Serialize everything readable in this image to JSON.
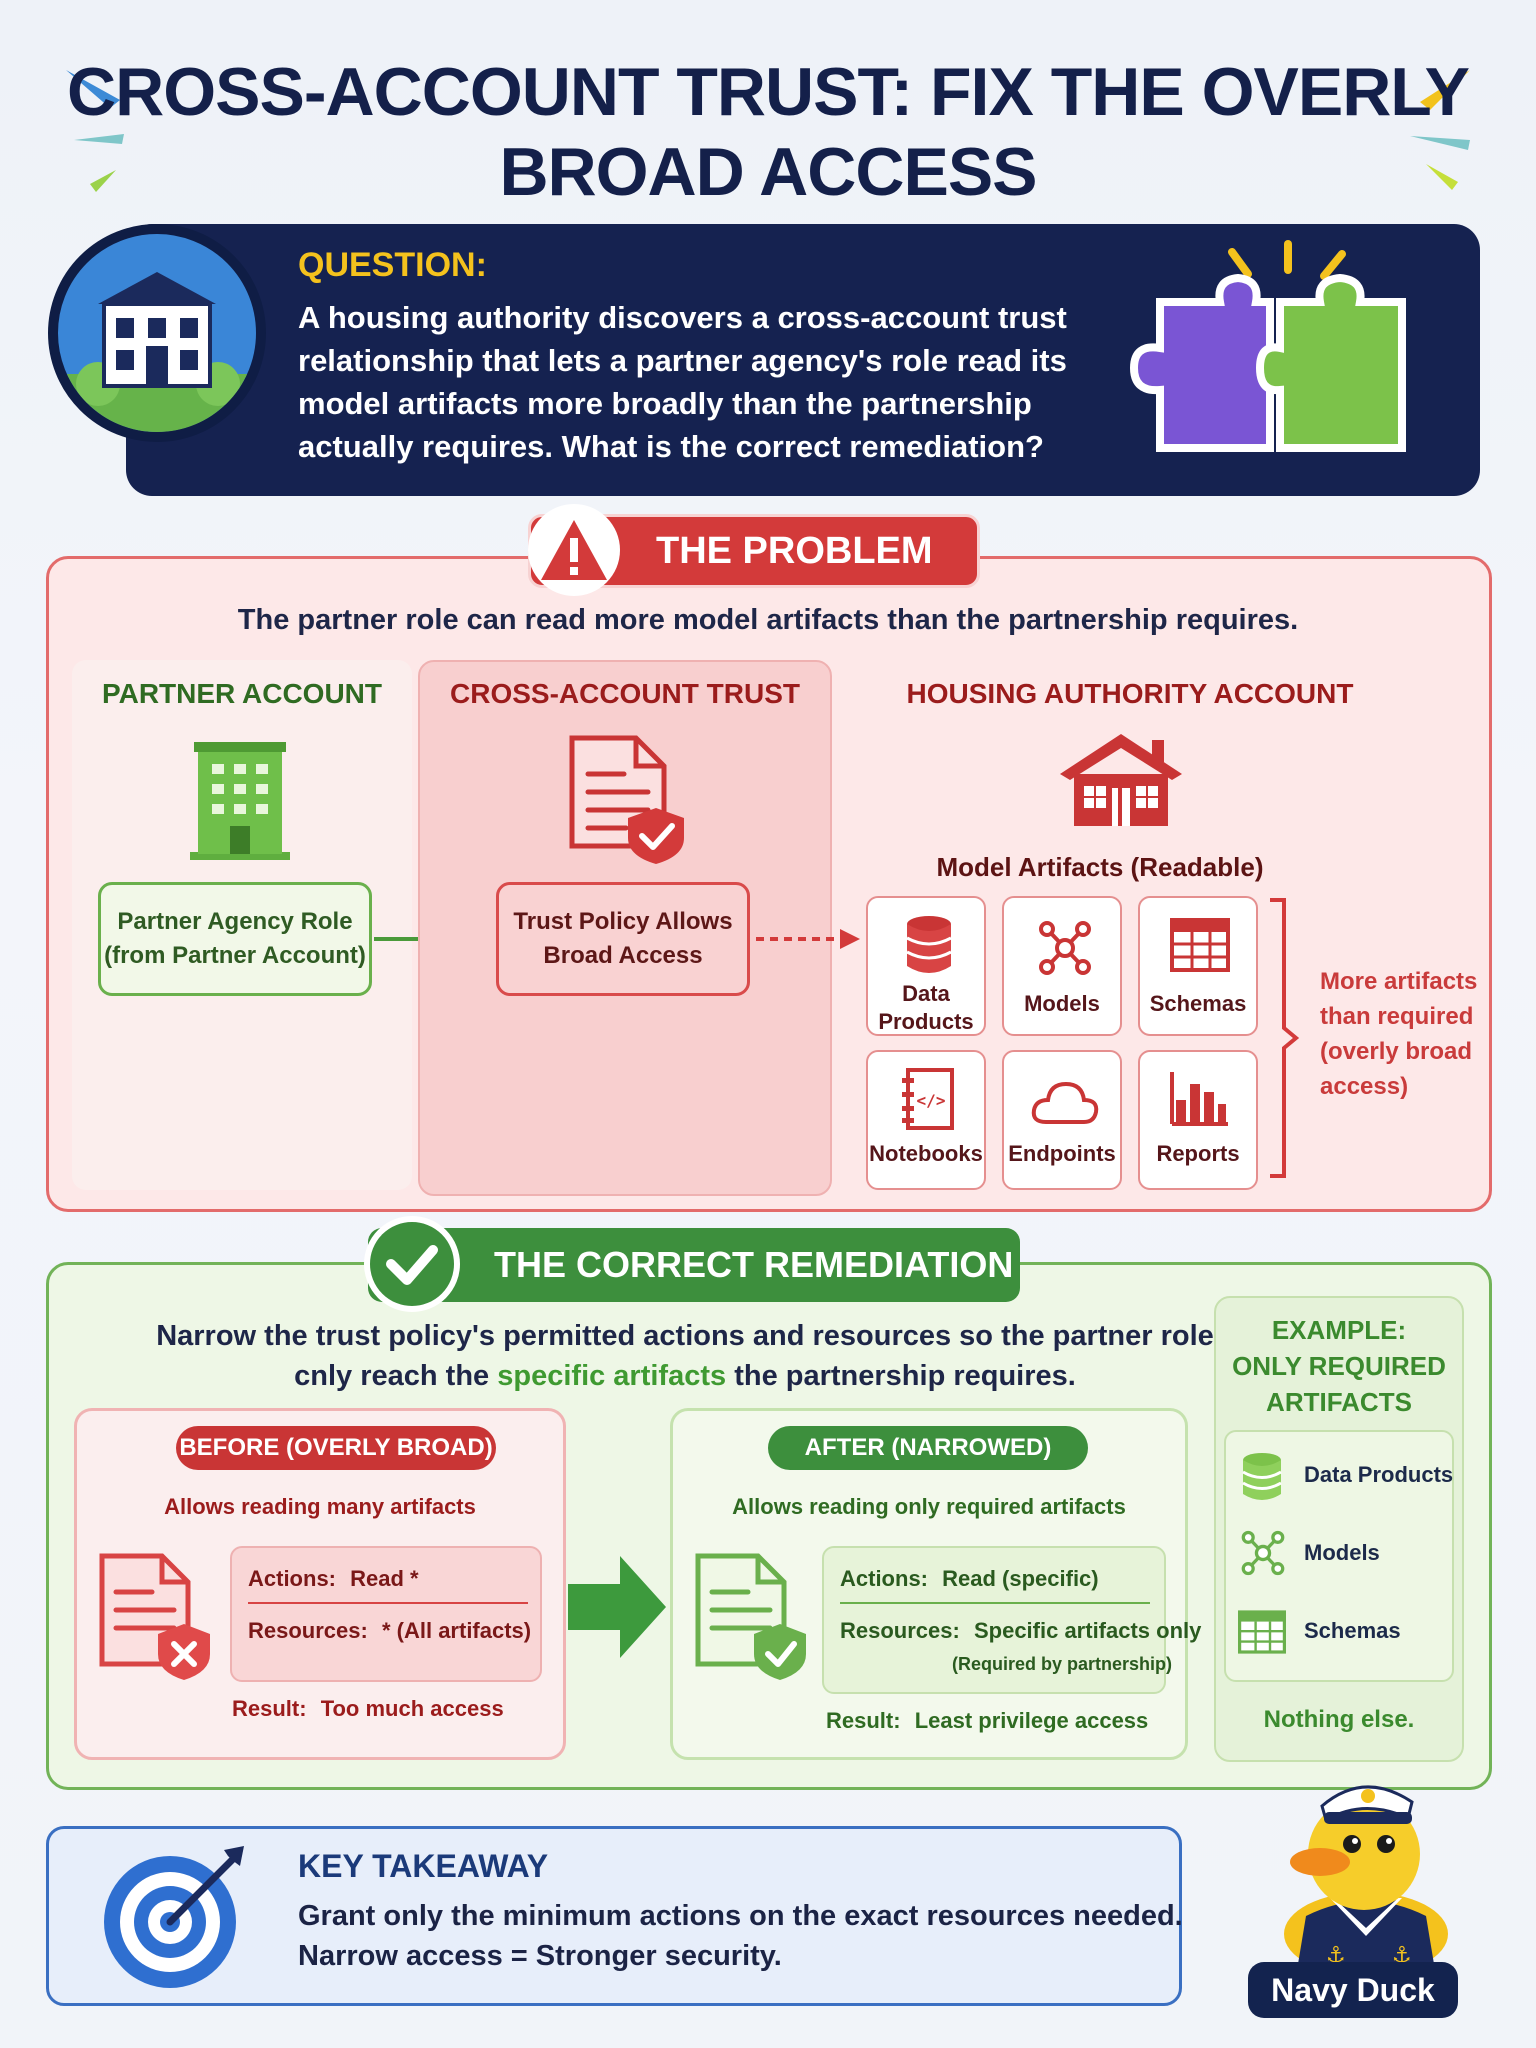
{
  "title": {
    "line1": "CROSS-ACCOUNT TRUST:  FIX THE OVERLY",
    "line2": "BROAD ACCESS"
  },
  "question": {
    "label": "QUESTION:",
    "text": "A housing authority discovers a cross-account trust relationship that lets a partner agency's role read its model artifacts more broadly than the partnership actually requires. What is the correct remediation?"
  },
  "problem": {
    "heading": "THE PROBLEM",
    "description": "The partner role can read more model artifacts than the partnership requires.",
    "partner_account": {
      "heading": "PARTNER ACCOUNT",
      "role_line1": "Partner Agency Role",
      "role_line2": "(from Partner Account)"
    },
    "trust": {
      "heading": "CROSS-ACCOUNT TRUST",
      "policy_line1": "Trust Policy Allows",
      "policy_line2": "Broad Access"
    },
    "housing": {
      "heading": "HOUSING AUTHORITY ACCOUNT",
      "artifacts_heading": "Model Artifacts (Readable)",
      "artifacts": [
        {
          "label_line1": "Data",
          "label_line2": "Products",
          "icon": "database-icon"
        },
        {
          "label_line1": "Models",
          "label_line2": "",
          "icon": "network-icon"
        },
        {
          "label_line1": "Schemas",
          "label_line2": "",
          "icon": "table-icon"
        },
        {
          "label_line1": "Notebooks",
          "label_line2": "",
          "icon": "notebook-icon"
        },
        {
          "label_line1": "Endpoints",
          "label_line2": "",
          "icon": "cloud-icon"
        },
        {
          "label_line1": "Reports",
          "label_line2": "",
          "icon": "bar-chart-icon"
        }
      ],
      "note_line1": "More artifacts",
      "note_line2": "than required",
      "note_line3": "(overly broad",
      "note_line4": "access)"
    }
  },
  "remediation": {
    "heading": "THE CORRECT REMEDIATION",
    "desc_part1": "Narrow the trust policy's permitted actions and resources so the partner role",
    "desc_part2": "cnly reach the ",
    "desc_highlight": "specific artifacts",
    "desc_part3": " the partnership requires.",
    "before": {
      "pill": "BEFORE (OVERLY BROAD)",
      "sub": "Allows reading many artifacts",
      "actions_label": "Actions:",
      "actions_value": "Read *",
      "resources_label": "Resources:",
      "resources_value": "* (All artifacts)",
      "result_label": "Result:",
      "result_value": "Too much access"
    },
    "after": {
      "pill": "AFTER (NARROWED)",
      "sub": "Allows reading only required artifacts",
      "actions_label": "Actions:",
      "actions_value": "Read (specific)",
      "resources_label": "Resources:",
      "resources_value": "Specific artifacts only",
      "resources_note": "(Required by partnership)",
      "result_label": "Result:",
      "result_value": "Least privilege access"
    },
    "example": {
      "line1": "EXAMPLE:",
      "line2": "ONLY REQUIRED",
      "line3": "ARTIFACTS",
      "items": [
        "Data Products",
        "Models",
        "Schemas"
      ],
      "footer": "Nothing else."
    }
  },
  "takeaway": {
    "title": "KEY TAKEAWAY",
    "line1": "Grant only the minimum actions on the exact resources needed.",
    "line2": "Narrow access = Stronger security."
  },
  "mascot": {
    "name": "Navy Duck"
  },
  "colors": {
    "navy": "#152250",
    "red": "#d33a3a",
    "green": "#3d8f3d",
    "gold": "#f4c21d",
    "blue": "#3a6fc2"
  }
}
